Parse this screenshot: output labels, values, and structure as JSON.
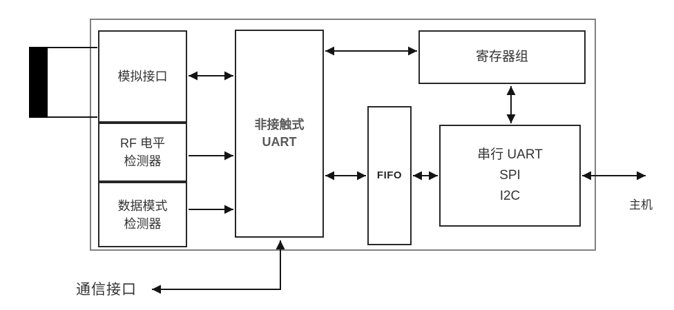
{
  "diagram": {
    "blocks": {
      "analog_interface": {
        "label": "模拟接口"
      },
      "rf_level_detector": {
        "line1": "RF 电平",
        "line2": "检测器"
      },
      "data_mode_detector": {
        "line1": "数据模式",
        "line2": "检测器"
      },
      "contactless_uart": {
        "line1": "非接触式",
        "line2": "UART"
      },
      "fifo": {
        "label": "FIFO"
      },
      "register_bank": {
        "label": "寄存器组"
      },
      "serial_host_interface": {
        "line1": "串行 UART",
        "line2": "SPI",
        "line3": "I2C"
      }
    },
    "external_labels": {
      "host": "主机",
      "comm_interface": "通信接口"
    },
    "connections": [
      {
        "from": "天线",
        "to": "模拟接口",
        "direction": "wire"
      },
      {
        "from": "模拟接口",
        "to": "非接触式 UART",
        "direction": "bidirectional"
      },
      {
        "from": "RF 电平检测器",
        "to": "非接触式 UART",
        "direction": "unidirectional"
      },
      {
        "from": "数据模式检测器",
        "to": "非接触式 UART",
        "direction": "unidirectional"
      },
      {
        "from": "非接触式 UART",
        "to": "寄存器组",
        "direction": "bidirectional"
      },
      {
        "from": "寄存器组",
        "to": "串行 UART SPI I2C",
        "direction": "bidirectional"
      },
      {
        "from": "非接触式 UART",
        "to": "FIFO",
        "direction": "bidirectional"
      },
      {
        "from": "FIFO",
        "to": "串行 UART SPI I2C",
        "direction": "bidirectional"
      },
      {
        "from": "串行 UART SPI I2C",
        "to": "主机",
        "direction": "bidirectional"
      },
      {
        "from": "非接触式 UART",
        "to": "通信接口",
        "direction": "bidirectional"
      }
    ],
    "colors": {
      "background": "#ffffff",
      "line": "#141414",
      "outer_border": "#7f7f7f",
      "block_border": "#262626",
      "text": "#333333",
      "uart_text": "#595959",
      "antenna_fill": "#000000"
    }
  }
}
